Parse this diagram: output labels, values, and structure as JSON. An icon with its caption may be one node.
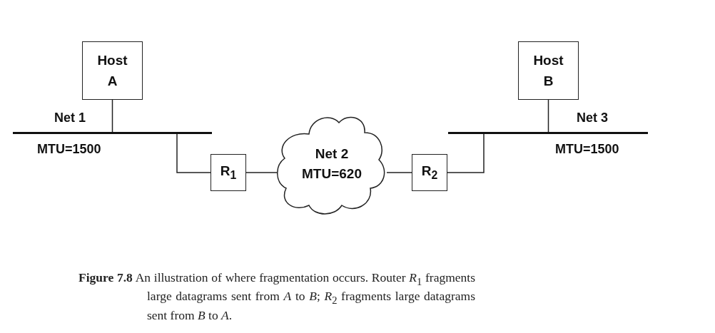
{
  "diagram": {
    "caption": "**Figure 7.8** An illustration of where fragmentation occurs. Router *R*$_{1}$ fragments large datagrams sent from *A* to *B*; *R*$_{2}$ fragments large datagrams sent from *B* to *A*.",
    "nodes": [
      {
        "text": [
          "Host A"
        ]
      },
      {
        "text": [
          "Net 1",
          "MTU=1500"
        ]
      },
      {
        "text": [
          "R$_{1}$"
        ]
      },
      {
        "text": [
          "Net 2",
          "MTU=620"
        ]
      },
      {
        "text": [
          "R$_{2}$"
        ]
      },
      {
        "text": [
          "Net 3",
          "MTU=1500"
        ]
      },
      {
        "text": [
          "Host B"
        ]
      }
    ],
    "edges": [
      {
        "from": 0,
        "to": 1,
        "arrow": "none"
      },
      {
        "from": 1,
        "to": 2,
        "arrow": "none"
      },
      {
        "from": 2,
        "to": 3,
        "arrow": "none"
      },
      {
        "from": 3,
        "to": 4,
        "arrow": "none"
      },
      {
        "from": 4,
        "to": 5,
        "arrow": "none"
      },
      {
        "from": 6,
        "to": 5,
        "arrow": "none"
      }
    ]
  }
}
